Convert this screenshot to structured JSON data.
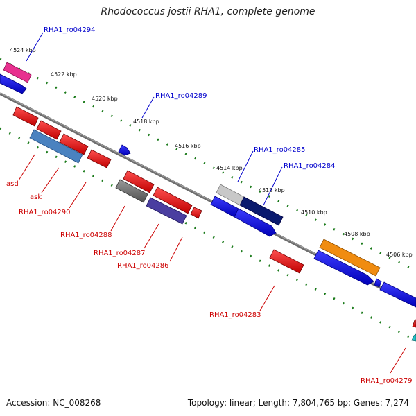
{
  "title": "Rhodococcus jostii RHA1, complete genome",
  "footer": {
    "accession": "Accession: NC_008268",
    "topology": "Topology: linear; Length: 7,804,765 bp; Genes: 7,274"
  },
  "ticks": [
    "4524 kbp",
    "4522 kbp",
    "4520 kbp",
    "4518 kbp",
    "4516 kbp",
    "4514 kbp",
    "4512 kbp",
    "4510 kbp",
    "4508 kbp",
    "4506 kbp"
  ],
  "gene_labels": {
    "forward": [
      "RHA1_ro04294",
      "RHA1_ro04289",
      "RHA1_ro04285",
      "RHA1_ro04284"
    ],
    "reverse": [
      "asd",
      "ask",
      "RHA1_ro04290",
      "RHA1_ro04288",
      "RHA1_ro04287",
      "RHA1_ro04286",
      "RHA1_ro04283",
      "RHA1_ro04279"
    ]
  },
  "colors": {
    "forward_label": "#0000cc",
    "reverse_label": "#cc0000",
    "tick": "#1a7a1a",
    "backbone": "#808080"
  }
}
